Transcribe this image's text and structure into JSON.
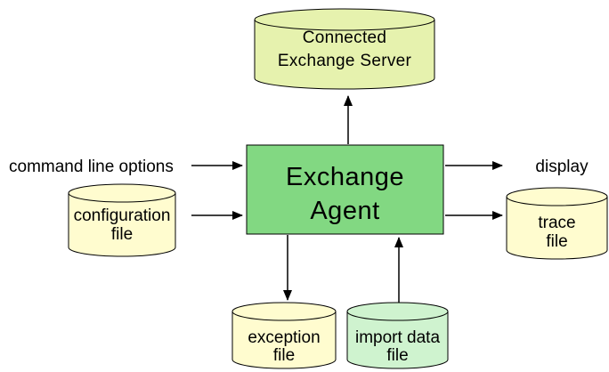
{
  "diagram": {
    "nodes": {
      "server": {
        "type": "cylinder",
        "line1": "Connected",
        "line2": "Exchange Server"
      },
      "agent": {
        "type": "process",
        "line1": "Exchange",
        "line2": "Agent"
      },
      "config": {
        "type": "cylinder",
        "line1": "configuration",
        "line2": "file"
      },
      "trace": {
        "type": "cylinder",
        "line1": "trace",
        "line2": "file"
      },
      "exception": {
        "type": "cylinder",
        "line1": "exception",
        "line2": "file"
      },
      "import": {
        "type": "cylinder",
        "line1": "import data",
        "line2": "file"
      }
    },
    "labels": {
      "command_line": "command line options",
      "display": "display"
    },
    "edges": [
      {
        "from": "command line options",
        "to": "Exchange Agent"
      },
      {
        "from": "configuration file",
        "to": "Exchange Agent"
      },
      {
        "from": "Exchange Agent",
        "to": "Connected Exchange Server"
      },
      {
        "from": "Exchange Agent",
        "to": "display"
      },
      {
        "from": "Exchange Agent",
        "to": "trace file"
      },
      {
        "from": "Exchange Agent",
        "to": "exception file"
      },
      {
        "from": "import data file",
        "to": "Exchange Agent"
      }
    ],
    "colors": {
      "server_fill": "#E6F2AE",
      "agent_fill": "#82D882",
      "file_fill": "#FFFCCF",
      "import_fill": "#CFF3CF",
      "stroke": "#000000",
      "background": "#FFFFFF"
    }
  }
}
